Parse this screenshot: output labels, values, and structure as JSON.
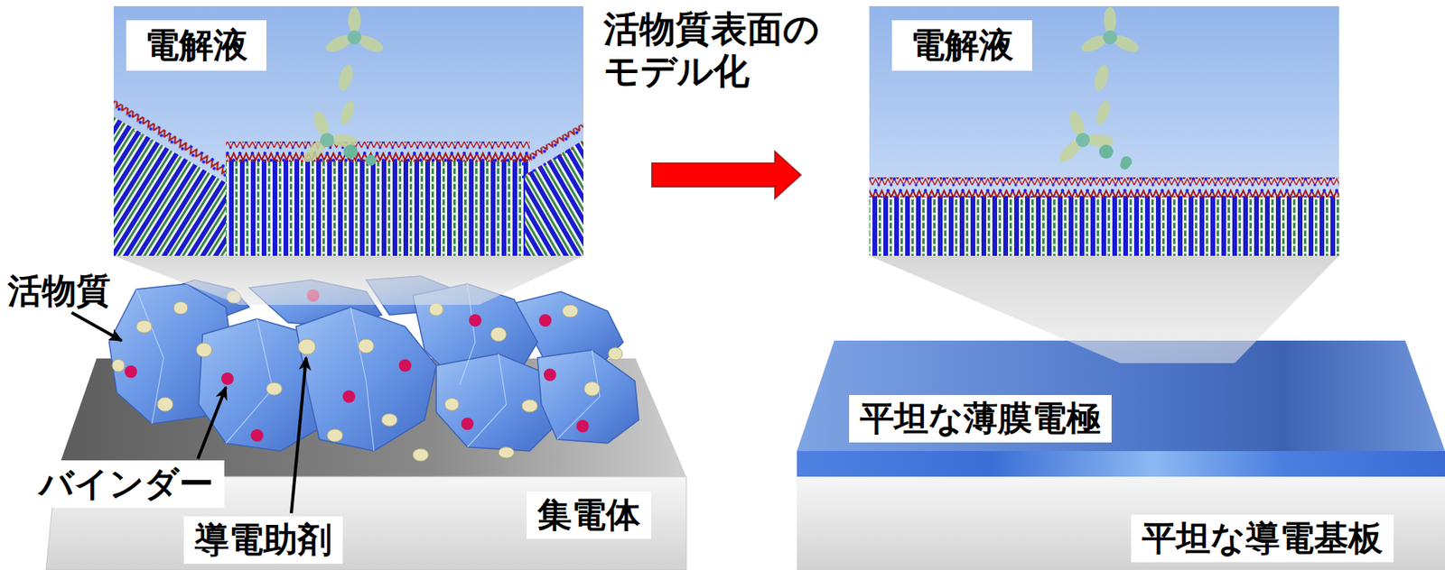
{
  "diagram": {
    "nodes": [
      {
        "text": [
          "電解液"
        ]
      },
      {
        "text": [
          "電解液"
        ]
      }
    ],
    "edges": [
      {
        "from": 0,
        "to": 1,
        "arrow": "to"
      }
    ],
    "labels": [
      "活物質表面の モデル化",
      "活物質",
      "バインダー",
      "導電助剤",
      "集電体",
      "平坦な薄膜電極",
      "平坦な導電基板"
    ]
  }
}
